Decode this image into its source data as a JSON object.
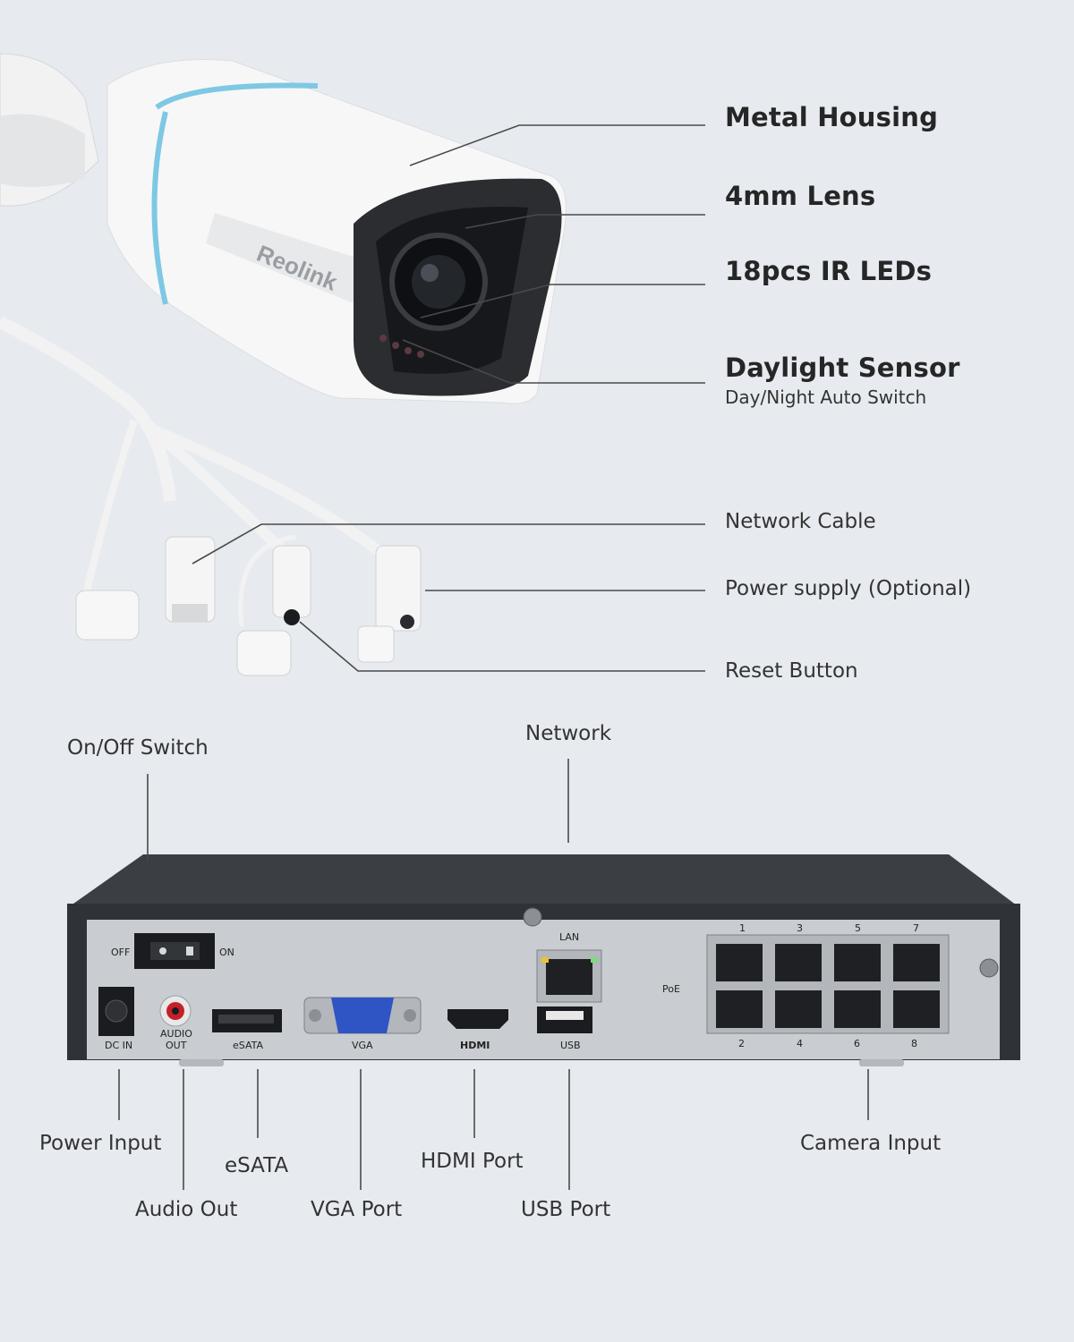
{
  "camera": {
    "brand": "Reolink",
    "labels": {
      "metal_housing": "Metal Housing",
      "lens": "4mm Lens",
      "ir_leds": "18pcs IR LEDs",
      "daylight_sensor": "Daylight Sensor",
      "daylight_sensor_sub": "Day/Night Auto Switch",
      "network_cable": "Network Cable",
      "power_supply": "Power supply (Optional)",
      "reset_button": "Reset Button"
    }
  },
  "nvr": {
    "callouts": {
      "on_off_switch": "On/Off Switch",
      "network": "Network",
      "power_input": "Power Input",
      "audio_out": "Audio Out",
      "esata": "eSATA",
      "vga_port": "VGA Port",
      "hdmi_port": "HDMI Port",
      "usb_port": "USB Port",
      "camera_input": "Camera Input"
    },
    "panel": {
      "off": "OFF",
      "on": "ON",
      "dc_in": "DC IN",
      "audio": "AUDIO",
      "out": "OUT",
      "esata": "eSATA",
      "vga": "VGA",
      "hdmi": "HDMI",
      "usb": "USB",
      "lan": "LAN",
      "poe": "PoE",
      "port_top": [
        "1",
        "3",
        "5",
        "7"
      ],
      "port_bottom": [
        "2",
        "4",
        "6",
        "8"
      ]
    }
  },
  "colors": {
    "background": "#e7ebf0",
    "camera_body": "#f7f7f7",
    "accent_ring": "#7ec8e3",
    "nvr_frame": "#3b3f44",
    "nvr_panel": "#c9cdd1"
  }
}
